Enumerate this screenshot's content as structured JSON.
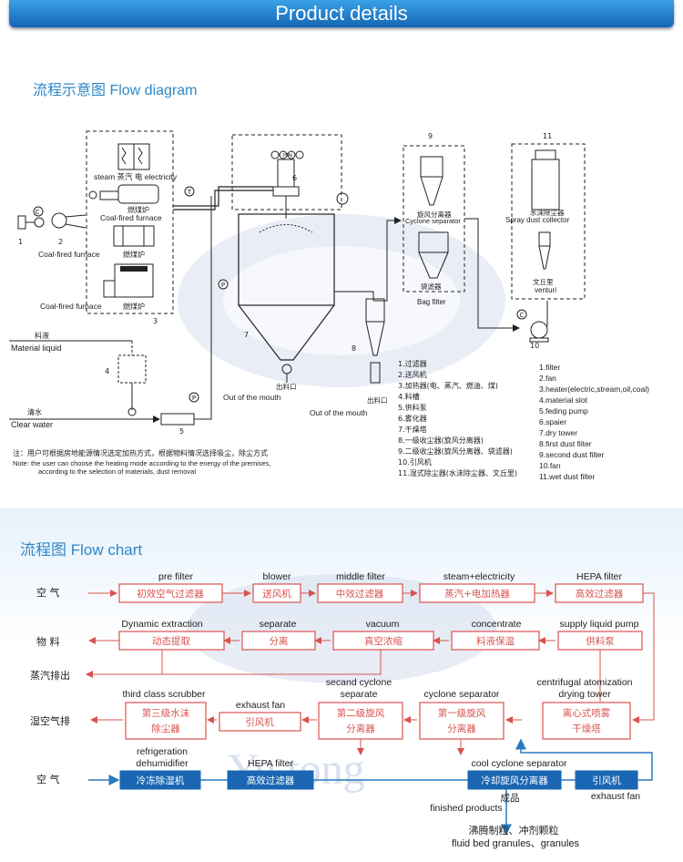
{
  "header": {
    "title": "Product details"
  },
  "flow_diagram": {
    "title": "流程示意图 Flow diagram",
    "labels": {
      "steam_elec": "steam 蒸汽 电 electricity",
      "coal_cn": "燃煤炉",
      "coal_en1": "Coal-fired furnace",
      "coal_en2": "Coal-fired furnace",
      "coal_cn2": "燃煤炉",
      "coal_en3": "Coal-fired furnace",
      "coal_cn3": "燃煤炉",
      "material_cn": "料液",
      "material_en": "Material liquid",
      "water_cn": "清水",
      "water_en": "Clear water",
      "out1_cn": "出料口",
      "out1_en": "Out of the mouth",
      "out2_cn": "出料口",
      "out2_en": "Out of the mouth",
      "cyclone_cn": "旋风分离器",
      "cyclone_en": "Cyclone separator",
      "bag_cn": "袋滤器",
      "bag_en": "Bag filter",
      "spray_cn": "水沫除尘器",
      "spray_en": "Spray dust collector",
      "venturi_cn": "文丘里",
      "venturi_en": "venturi",
      "ptai": "PTAI",
      "t_mark": "T",
      "p_mark": "P",
      "c_mark": "C"
    },
    "numbers": [
      "1",
      "2",
      "3",
      "4",
      "5",
      "6",
      "7",
      "8",
      "9",
      "10",
      "11"
    ],
    "legend_cn": [
      "1.过滤器",
      "2.送风机",
      "3.加热器(电、蒸汽、燃油、煤)",
      "4.料槽",
      "5.供料泵",
      "6.雾化器",
      "7.干燥塔",
      "8.一级收尘器(旋风分离器)",
      "9.二级收尘器(旋风分离器、袋滤器)",
      "10.引风机",
      "11.湿式除尘器(水沫除尘器、文丘里)"
    ],
    "legend_en": [
      "1.filter",
      "2.fan",
      "3.heater(electric,stream,oil,coal)",
      "4.material slot",
      "5.feding pump",
      "6.spaier",
      "7.dry tower",
      "8.first dust filter",
      "9.second dust filter",
      "10.fan",
      "11.wet dust filter"
    ],
    "note_cn": "注：用户可根据房地能源情况选定加热方式，根据物料情况选择吸尘，除尘方式",
    "note_en1": "Note: the user can choose the heating mode according to the energy of the premises,",
    "note_en2": "according to the selection of materials, dust removal"
  },
  "flow_chart": {
    "title": "流程图 Flow chart",
    "watermark": "Yu tong",
    "row_labels": [
      "空    气",
      "物    料",
      "蒸汽排出",
      "湿空气排",
      "空    气"
    ],
    "row1": [
      {
        "en": "pre filter",
        "cn": "初效空气过滤器"
      },
      {
        "en": "blower",
        "cn": "送风机"
      },
      {
        "en": "middle filter",
        "cn": "中效过滤器"
      },
      {
        "en": "steam+electricity",
        "cn": "蒸汽+电加热器"
      },
      {
        "en": "HEPA filter",
        "cn": "高效过滤器"
      }
    ],
    "row2": [
      {
        "en": "Dynamic extraction",
        "cn": "动态提取"
      },
      {
        "en": "separate",
        "cn": "分离"
      },
      {
        "en": "vacuum",
        "cn": "真空浓缩"
      },
      {
        "en": "concentrate",
        "cn": "料液保温"
      },
      {
        "en": "supply liquid pump",
        "cn": "供料泵"
      }
    ],
    "row3": [
      {
        "en": "third class scrubber",
        "cn1": "第三级水沫",
        "cn2": "除尘器"
      },
      {
        "en": "exhaust fan",
        "cn1": "引风机",
        "cn2": ""
      },
      {
        "en1": "secand cyclone",
        "en2": "separate",
        "cn1": "第二级旋风",
        "cn2": "分离器"
      },
      {
        "en": "cyclone separator",
        "cn1": "第一级旋风",
        "cn2": "分离器"
      },
      {
        "en1": "centrifugal atomization",
        "en2": "drying tower",
        "cn1": "离心式喷雾",
        "cn2": "干燥塔"
      }
    ],
    "row4": [
      {
        "en1": "refrigeration",
        "en2": "dehumidifier",
        "cn": "冷冻除湿机"
      },
      {
        "en": "HEPA filter",
        "cn": "高效过滤器"
      },
      {
        "en": "cool cyclone separator",
        "cn": "冷却旋风分离器"
      },
      {
        "en": "exhaust fan",
        "cn": "引风机"
      }
    ],
    "product": {
      "cn": "成品",
      "en": "finished products",
      "cn2": "沸腾制粒、冲剂颗粒",
      "en2": "fluid bed granules、granules"
    }
  }
}
